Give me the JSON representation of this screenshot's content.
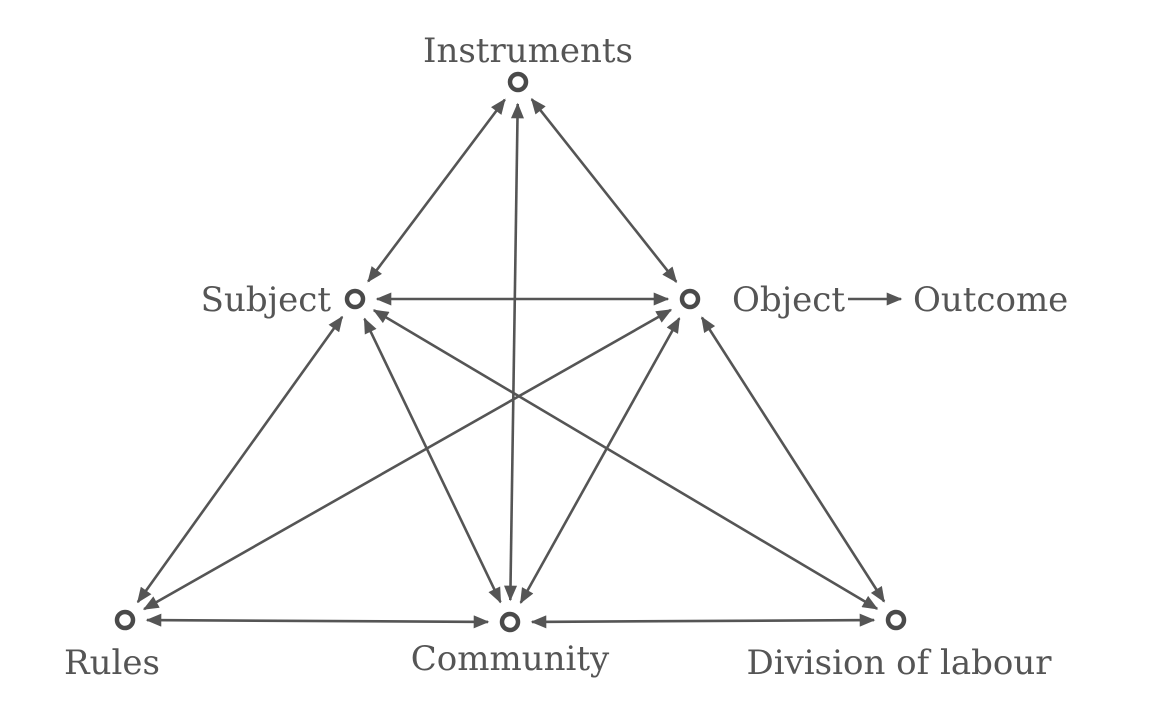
{
  "diagram": {
    "type": "activity-system-triangle",
    "colors": {
      "ink": "#555555",
      "node_stroke": "#4a4a4a",
      "background": "#ffffff"
    },
    "nodes": [
      {
        "id": "instruments",
        "label": "Instruments"
      },
      {
        "id": "subject",
        "label": "Subject"
      },
      {
        "id": "object",
        "label": "Object"
      },
      {
        "id": "outcome",
        "label": "Outcome"
      },
      {
        "id": "rules",
        "label": "Rules"
      },
      {
        "id": "community",
        "label": "Community"
      },
      {
        "id": "division",
        "label": "Division of labour"
      }
    ],
    "edges": [
      {
        "from": "instruments",
        "to": "subject",
        "direction": "both"
      },
      {
        "from": "instruments",
        "to": "object",
        "direction": "both"
      },
      {
        "from": "instruments",
        "to": "community",
        "direction": "both"
      },
      {
        "from": "subject",
        "to": "object",
        "direction": "both"
      },
      {
        "from": "subject",
        "to": "rules",
        "direction": "both"
      },
      {
        "from": "subject",
        "to": "community",
        "direction": "both"
      },
      {
        "from": "subject",
        "to": "division",
        "direction": "both"
      },
      {
        "from": "object",
        "to": "rules",
        "direction": "both"
      },
      {
        "from": "object",
        "to": "community",
        "direction": "both"
      },
      {
        "from": "object",
        "to": "division",
        "direction": "both"
      },
      {
        "from": "rules",
        "to": "community",
        "direction": "both"
      },
      {
        "from": "community",
        "to": "division",
        "direction": "both"
      },
      {
        "from": "object",
        "to": "outcome",
        "direction": "forward"
      }
    ]
  }
}
